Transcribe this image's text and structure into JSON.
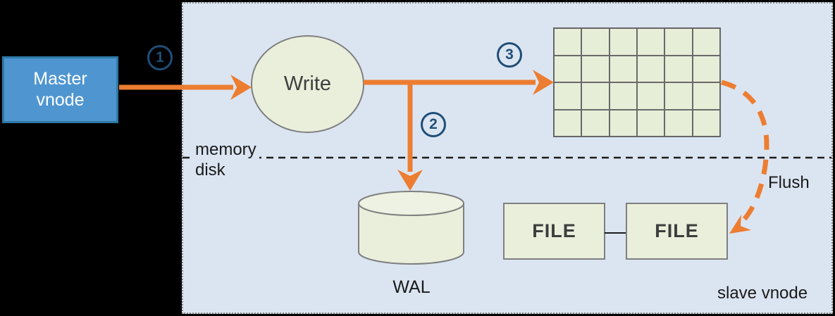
{
  "diagram": {
    "master_node": {
      "line1": "Master",
      "line2": "vnode"
    },
    "write_node": {
      "label": "Write"
    },
    "steps": [
      "1",
      "2",
      "3"
    ],
    "labels": {
      "memory": "memory",
      "disk": "disk",
      "wal": "WAL",
      "flush": "Flush",
      "slave_vnode": "slave vnode"
    },
    "file_nodes": [
      {
        "label": "FILE"
      },
      {
        "label": "FILE"
      }
    ],
    "buffer_grid": {
      "rows": 4,
      "cols": 6
    },
    "colors": {
      "canvas_background": "#000000",
      "panel_fill": "#dbe5f1",
      "panel_border": "#8c8c8c",
      "node_fill": "#e9efdb",
      "node_border": "#7f7f7f",
      "master_fill": "#4f96d1",
      "master_border": "#2d79a7",
      "master_text": "#ffffff",
      "arrow_orange": "#ed7d31",
      "step_circle_blue": "#1f4e79",
      "label_text": "#1a1a1a",
      "node_text": "#3d3d3d"
    }
  }
}
